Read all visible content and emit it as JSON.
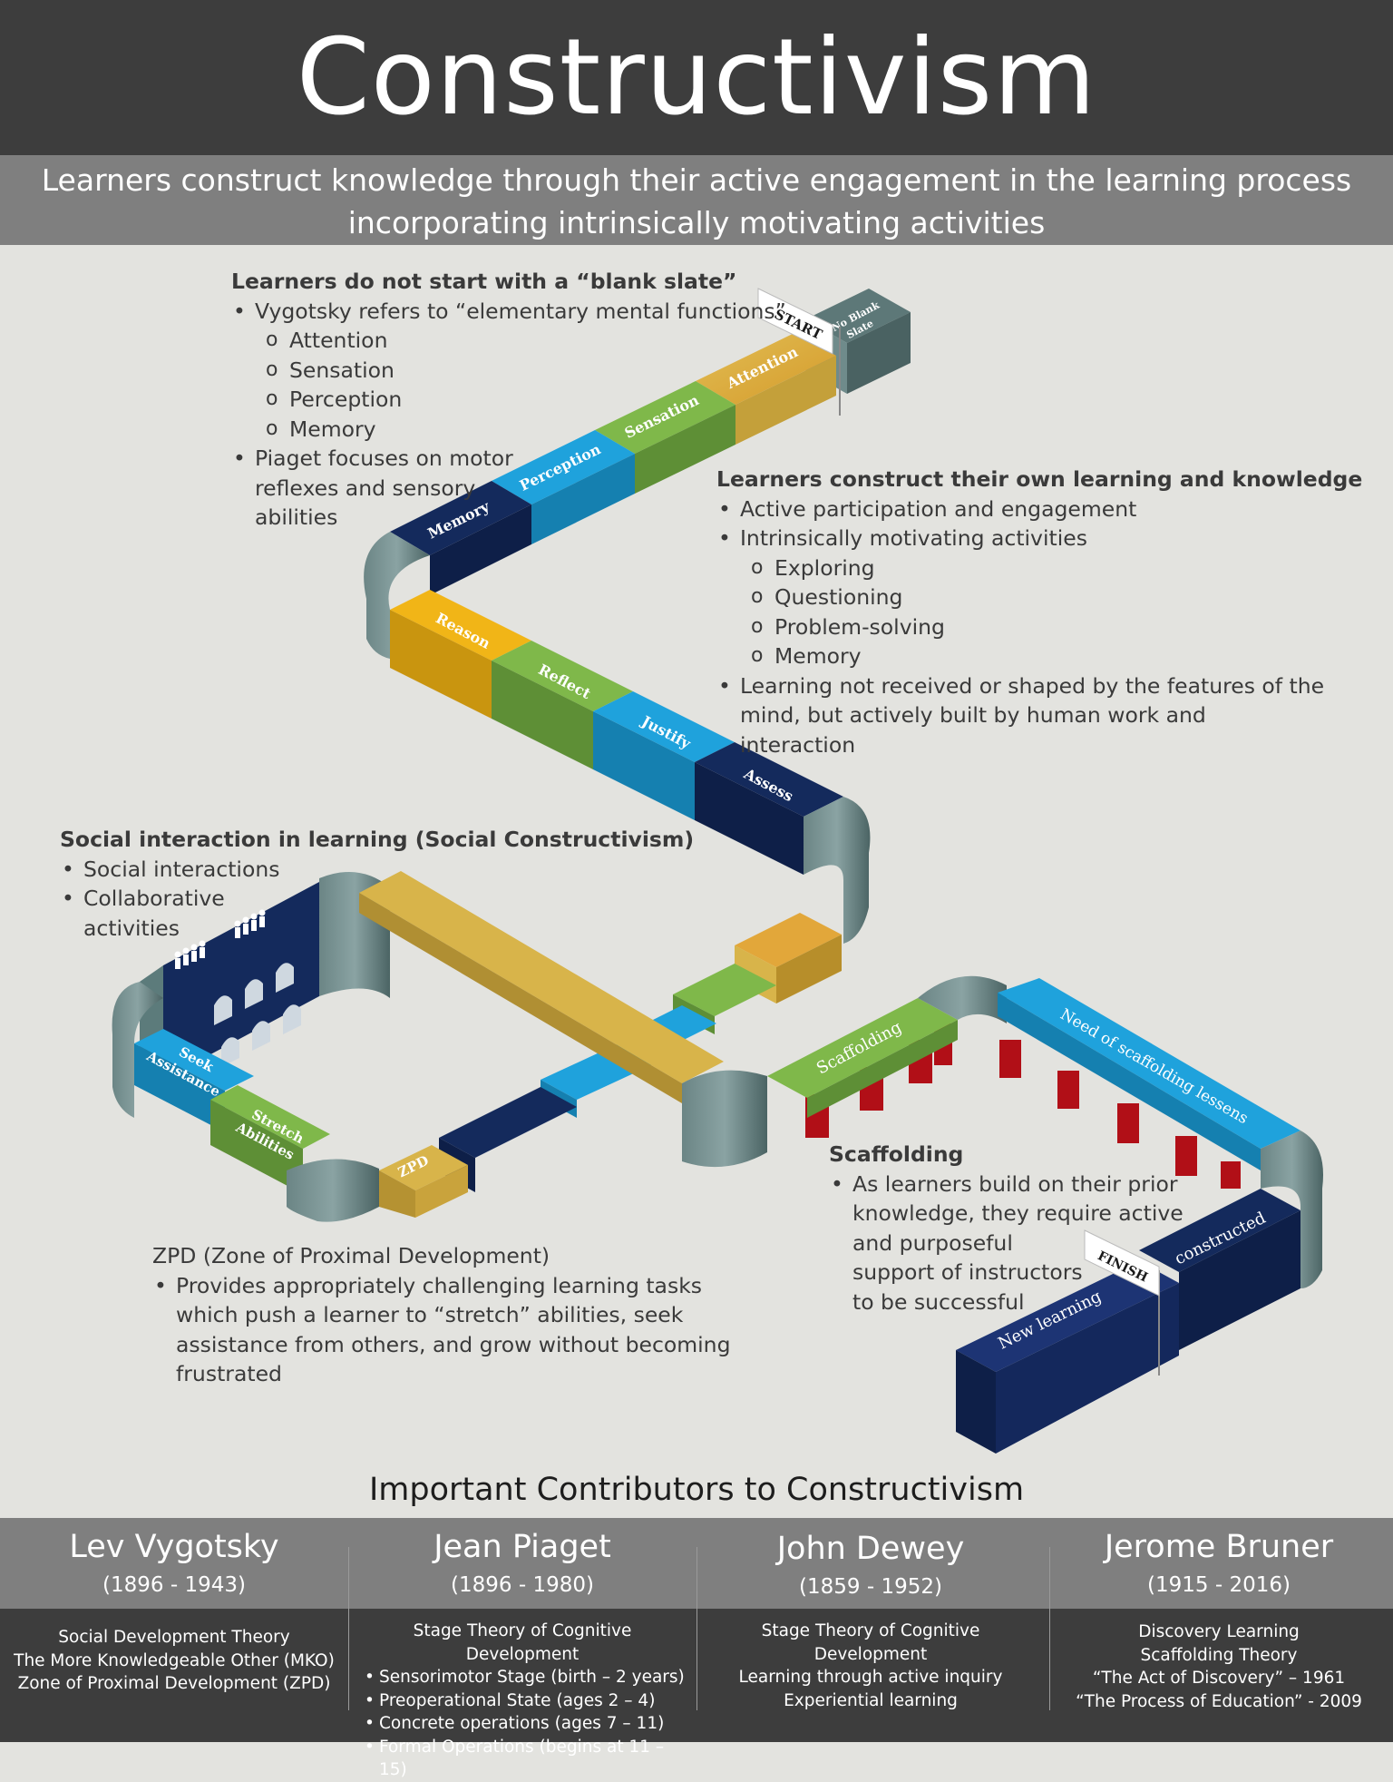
{
  "title": "Constructivism",
  "subtitle": {
    "line1": "Learners construct knowledge through their active engagement in the learning process",
    "line2": "incorporating intrinsically motivating activities"
  },
  "sections": {
    "blank_slate": {
      "heading": "Learners do not start with a “blank slate”",
      "bullet1": "Vygotsky refers to “elementary mental functions”",
      "sub": [
        "Attention",
        "Sensation",
        "Perception",
        "Memory"
      ],
      "bullet2_lines": [
        "Piaget focuses on motor",
        "reflexes and sensory",
        "abilities"
      ]
    },
    "own_learning": {
      "heading": "Learners construct their own learning and knowledge",
      "bullet1": "Active participation and engagement",
      "bullet2": "Intrinsically motivating activities",
      "sub": [
        "Exploring",
        "Questioning",
        "Problem-solving",
        "Memory"
      ],
      "bullet3_lines": [
        "Learning not received or shaped by the features of the",
        "mind, but actively built by human work and",
        "interaction"
      ]
    },
    "social": {
      "heading": "Social interaction in learning (Social Constructivism)",
      "bullet1": "Social interactions",
      "bullet2_lines": [
        "Collaborative",
        "activities"
      ]
    },
    "zpd": {
      "heading": "ZPD (Zone of Proximal Development)",
      "bullet_lines": [
        "Provides appropriately challenging learning tasks",
        "which push a learner to “stretch” abilities, seek",
        "assistance from others, and grow without becoming",
        "frustrated"
      ]
    },
    "scaffolding": {
      "heading": "Scaffolding",
      "bullet_lines": [
        "As learners build on their prior",
        "knowledge, they require active",
        "and purposeful",
        "support of instructors",
        "to be successful"
      ]
    }
  },
  "path_labels": {
    "no_blank_slate_1": "No Blank",
    "no_blank_slate_2": "Slate",
    "start_flag": "START",
    "attention": "Attention",
    "sensation": "Sensation",
    "perception": "Perception",
    "memory": "Memory",
    "reason": "Reason",
    "reflect": "Reflect",
    "justify": "Justify",
    "assess": "Assess",
    "seek_1": "Seek",
    "seek_2": "Assistance",
    "stretch_1": "Stretch",
    "stretch_2": "Abilities",
    "zpd": "ZPD",
    "scaffolding": "Scaffolding",
    "need_scaffolding": "Need of scaffolding lessens",
    "constructed": "constructed",
    "new_learning": "New learning",
    "finish_flag": "FINISH"
  },
  "colors": {
    "header_bg": "#3d3d3d",
    "subtitle_bg": "#7f7f7f",
    "page_bg": "#e3e3df",
    "navy": "#14285c",
    "blue": "#1fa2dc",
    "green": "#7fb84a",
    "gold": "#d8b44a",
    "yellow": "#f1b517",
    "teal_gray": "#5c7b7b",
    "red": "#c8121a"
  },
  "contributors_title": "Important Contributors to Constructivism",
  "contributors": [
    {
      "name": "Lev Vygotsky",
      "years": "(1896 - 1943)",
      "lines": [
        "Social Development Theory",
        "The More Knowledgeable Other (MKO)",
        "Zone of Proximal Development (ZPD)"
      ]
    },
    {
      "name": "Jean Piaget",
      "years": "(1896 - 1980)",
      "head": "Stage Theory of Cognitive Development",
      "bullets": [
        "Sensorimotor Stage (birth – 2 years)",
        "Preoperational State (ages 2 – 4)",
        "Concrete operations (ages 7 – 11)",
        "Formal Operations (begins at 11 – 15)"
      ]
    },
    {
      "name": "John Dewey",
      "years": "(1859 - 1952)",
      "lines": [
        "Stage Theory of Cognitive Development",
        "Learning through active inquiry",
        "Experiential learning"
      ]
    },
    {
      "name": "Jerome Bruner",
      "years": "(1915 - 2016)",
      "lines": [
        "Discovery Learning",
        "Scaffolding Theory",
        "“The Act of Discovery” – 1961",
        "“The Process of Education” - 2009"
      ]
    }
  ]
}
